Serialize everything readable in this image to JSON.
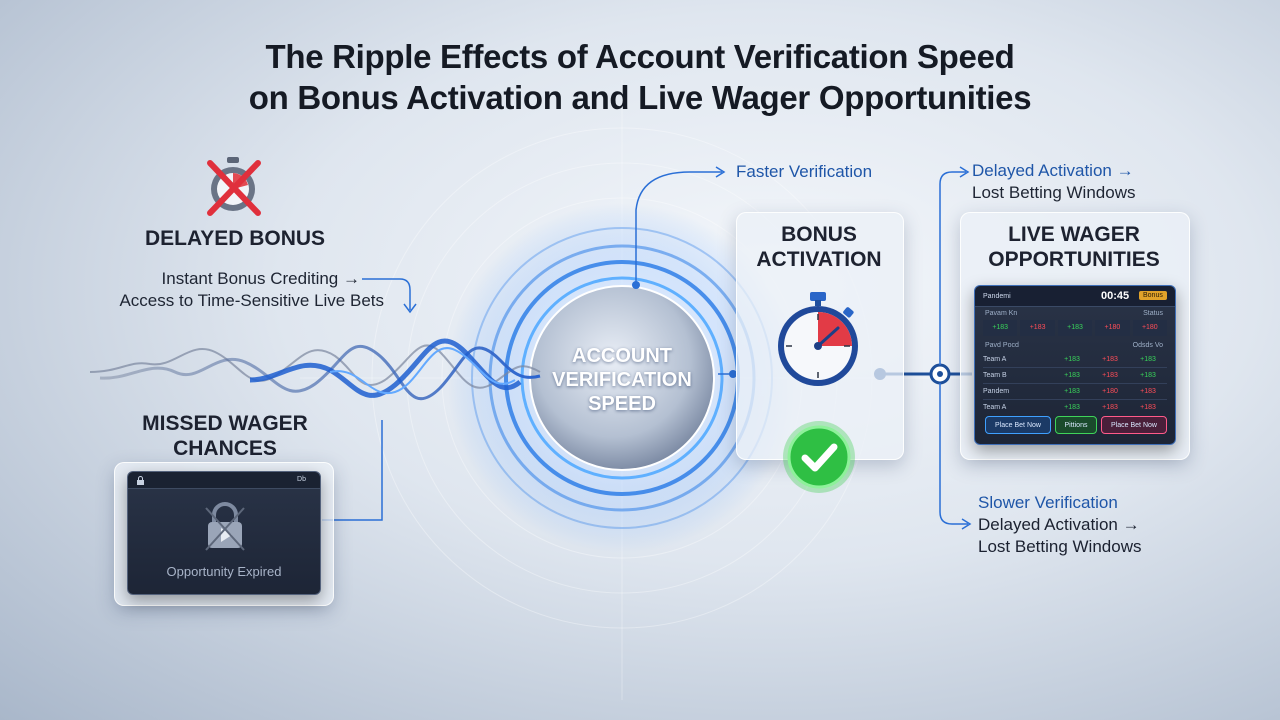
{
  "title": {
    "line1": "The Ripple Effects of Account Verification Speed",
    "line2": "on Bonus Activation and Live Wager Opportunities"
  },
  "center": {
    "line1": "ACCOUNT",
    "line2": "VERIFICATION",
    "line3": "SPEED"
  },
  "left": {
    "delayed_bonus": "DELAYED BONUS",
    "instant_line1": "Instant Bonus Crediting →",
    "instant_line2": "Access to Time-Sensitive Live Bets",
    "missed_line1": "MISSED WAGER",
    "missed_line2": "CHANCES",
    "expired_card": {
      "header_right": "Db",
      "label": "Opportunity Expired"
    }
  },
  "bonus_activation": {
    "faster_label": "Faster Verification",
    "title_line1": "BONUS",
    "title_line2": "ACTIVATION"
  },
  "live_wager": {
    "top_line1": "Delayed Activation →",
    "top_line2": "Lost Betting Windows",
    "title_line1": "LIVE WAGER",
    "title_line2": "OPPORTUNITIES",
    "bottom_line1": "Slower Verification",
    "bottom_line2": "Delayed Activation →",
    "bottom_line3": "Lost Betting Windows",
    "panel": {
      "header_left": "Pandemi",
      "timer": "00:45",
      "badge": "Bonus",
      "sub_left": "Pavam Kn",
      "sub_right": "Status",
      "odds_top": [
        "+183",
        "+183",
        "+183",
        "+180",
        "+180"
      ],
      "section_left": "Pavd Pocd",
      "section_right": "Odsds Vo",
      "rows": [
        {
          "name": "Team A",
          "a": "+183",
          "b": "+183",
          "c": "+183"
        },
        {
          "name": "Team B",
          "a": "+183",
          "b": "+183",
          "c": "+183"
        },
        {
          "name": "Pandem",
          "a": "+183",
          "b": "+180",
          "c": "+183"
        },
        {
          "name": "Team A",
          "a": "+183",
          "b": "+183",
          "c": "+183"
        }
      ],
      "btn_left": "Place Bet Now",
      "btn_mid": "Pittions",
      "btn_right": "Place Bet Now"
    }
  },
  "colors": {
    "accent": "#2a72d6",
    "dark_line": "#1d4f9a",
    "success": "#3ccf4e",
    "danger": "#e23b46"
  }
}
